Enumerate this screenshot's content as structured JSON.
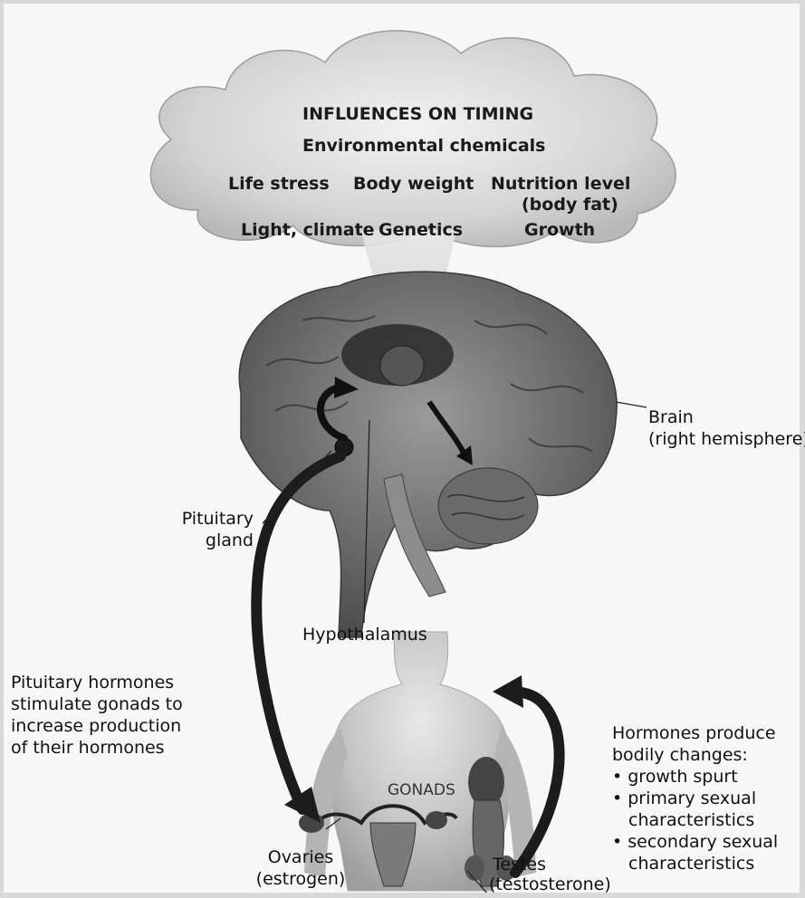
{
  "cloud": {
    "title": "INFLUENCES ON TIMING",
    "factors": {
      "environmental": "Environmental chemicals",
      "stress": "Life stress",
      "weight": "Body weight",
      "nutrition": [
        "Nutrition level",
        "(body fat)"
      ],
      "light": "Light, climate",
      "genetics": "Genetics",
      "growth": "Growth"
    }
  },
  "brain": {
    "label": [
      "Brain",
      "(right hemisphere)"
    ]
  },
  "pituitary": {
    "label": [
      "Pituitary",
      "gland"
    ]
  },
  "hypothalamus": {
    "label": "Hypothalamus"
  },
  "pituitary_hormones": {
    "lines": [
      "Pituitary hormones",
      "stimulate gonads to",
      "increase production",
      "of their hormones"
    ]
  },
  "bodily_changes": {
    "heading": [
      "Hormones produce",
      "bodily changes:"
    ],
    "items": [
      "• growth spurt",
      "• primary sexual",
      "characteristics",
      "• secondary sexual",
      "characteristics"
    ]
  },
  "body": {
    "gonads_label": "GONADS"
  },
  "ovaries": {
    "label": [
      "Ovaries",
      "(estrogen)"
    ]
  },
  "testes": {
    "label": [
      "Testes",
      "(testosterone)"
    ]
  },
  "colors": {
    "background": "#f7f7f7",
    "cloud": "#c9c9c9",
    "brain": "#7a7a7a",
    "body": "#bdbdbd",
    "arrow": "#1c1c1c"
  }
}
